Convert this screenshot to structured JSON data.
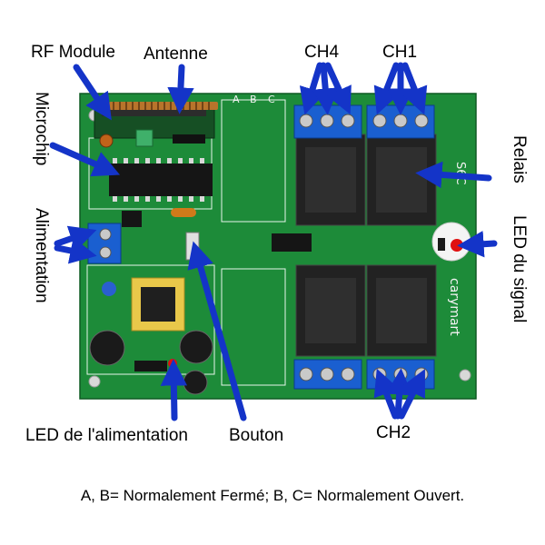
{
  "labels": {
    "rf_module": "RF Module",
    "antenne": "Antenne",
    "ch4": "CH4",
    "ch1": "CH1",
    "ch2": "CH2",
    "microchip": "Microchip",
    "relais": "Relais",
    "alimentation": "Alimentation",
    "led_signal": "LED du signal",
    "led_alimentation": "LED de l'alimentation",
    "bouton": "Bouton"
  },
  "board_marks": {
    "model": "S6C",
    "brand": "carymart",
    "terminal_a": "A",
    "terminal_b": "B",
    "terminal_c": "C"
  },
  "caption": "A, B= Normalement Fermé; B, C= Normalement Ouvert.",
  "colors": {
    "pcb": "#1f8a3a",
    "arrow": "#1434c8",
    "terminal": "#1a5fd0",
    "relay": "#202020",
    "led_red": "#e01010"
  }
}
